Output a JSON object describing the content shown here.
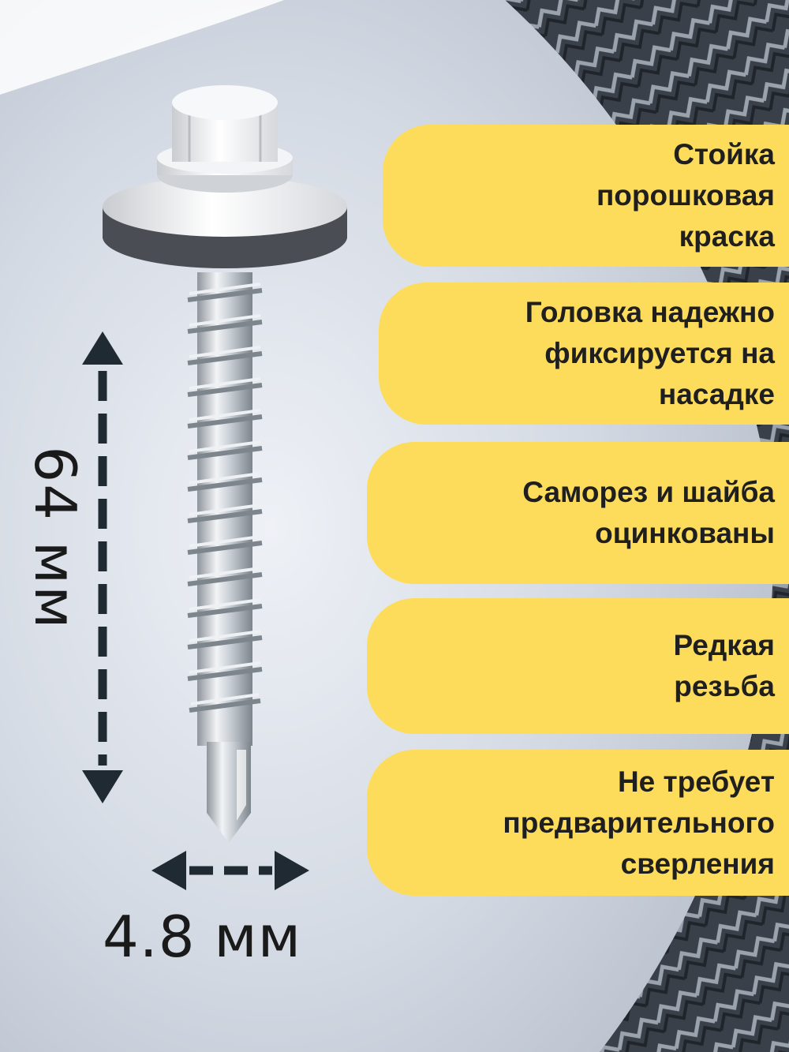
{
  "colors": {
    "feature_bg": "#FDDC5C",
    "text": "#1f1f1f",
    "arrow": "#1f2a33",
    "panel": "#d8dde6"
  },
  "features": [
    {
      "label": "Стойка\nпорошковая\nкраска"
    },
    {
      "label": "Головка надежно\nфиксируется на\nнасадке"
    },
    {
      "label": "Саморез и шайба\nоцинкованы"
    },
    {
      "label": "Редкая\nрезьба"
    },
    {
      "label": "Не требует\nпредварительного\nсверления"
    }
  ],
  "dimensions": {
    "length": "64 мм",
    "diameter": "4.8 мм"
  },
  "icons": [
    "double-arrow-vertical-icon",
    "double-arrow-horizontal-icon"
  ]
}
